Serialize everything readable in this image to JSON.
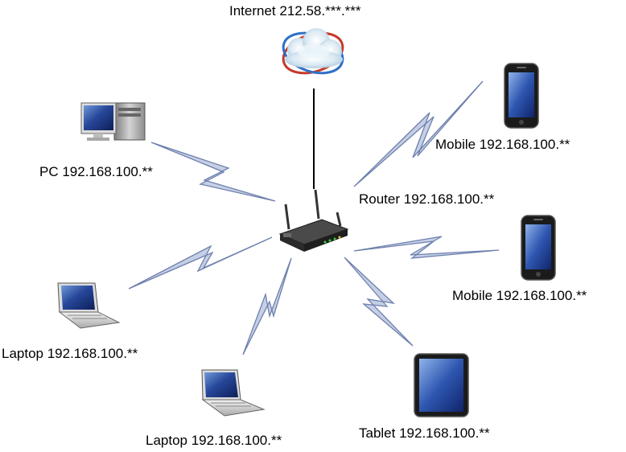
{
  "nodes": {
    "internet": {
      "label": "Internet 212.58.***.***",
      "icon": "cloud-globe-icon"
    },
    "router": {
      "label": "Router 192.168.100.**",
      "icon": "wireless-router-icon"
    },
    "pc": {
      "label": "PC 192.168.100.**",
      "icon": "desktop-pc-icon"
    },
    "mobile1": {
      "label": "Mobile 192.168.100.**",
      "icon": "smartphone-icon"
    },
    "mobile2": {
      "label": "Mobile 192.168.100.**",
      "icon": "smartphone-icon"
    },
    "laptop1": {
      "label": "Laptop 192.168.100.**",
      "icon": "laptop-icon"
    },
    "laptop2": {
      "label": "Laptop 192.168.100.**",
      "icon": "laptop-icon"
    },
    "tablet": {
      "label": "Tablet 192.168.100.**",
      "icon": "tablet-icon"
    }
  },
  "connections": [
    {
      "from": "internet",
      "to": "router",
      "kind": "wired"
    },
    {
      "from": "router",
      "to": "pc",
      "kind": "wireless"
    },
    {
      "from": "router",
      "to": "mobile1",
      "kind": "wireless"
    },
    {
      "from": "router",
      "to": "mobile2",
      "kind": "wireless"
    },
    {
      "from": "router",
      "to": "laptop1",
      "kind": "wireless"
    },
    {
      "from": "router",
      "to": "laptop2",
      "kind": "wireless"
    },
    {
      "from": "router",
      "to": "tablet",
      "kind": "wireless"
    }
  ],
  "colors": {
    "wireless_fill": "#c5cfe5",
    "wireless_stroke": "#6e80ad",
    "wired_line": "#000000",
    "screen_blue": "#1f3f8a"
  }
}
